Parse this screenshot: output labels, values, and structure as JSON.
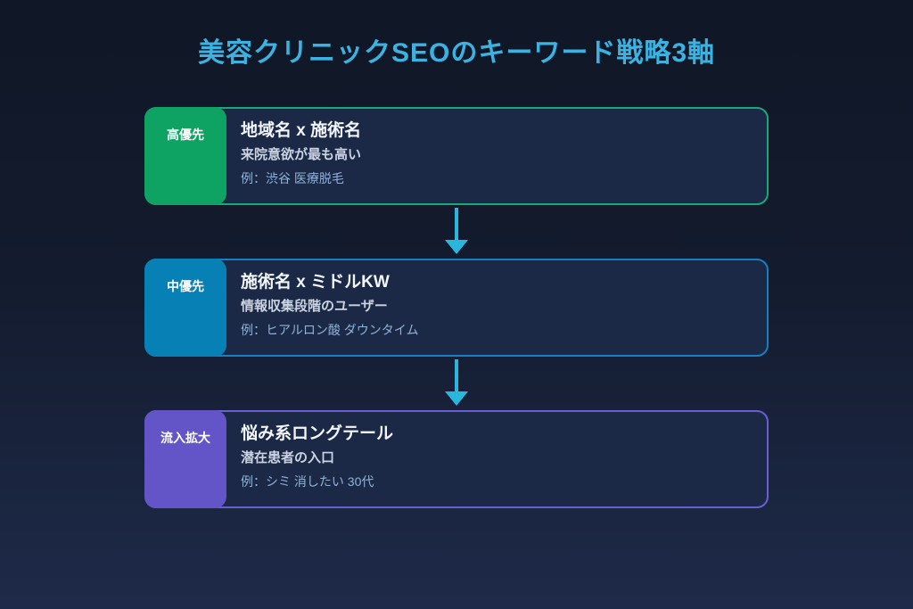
{
  "title": "美容クリニックSEOのキーワード戦略3軸",
  "colors": {
    "title": "#3bb3e2",
    "arrow": "#29b7de",
    "background_top": "#101726",
    "background_bottom": "#1e2a49",
    "card_background": "#1b2946"
  },
  "cards": [
    {
      "tag": "高優先",
      "title": "地域名 x 施術名",
      "subtitle": "来院意欲が最も高い",
      "example": "例：渋谷 医療脱毛",
      "border_color": "#1aa878",
      "tag_color": "#0ea263"
    },
    {
      "tag": "中優先",
      "title": "施術名 x ミドルKW",
      "subtitle": "情報収集段階のユーザー",
      "example": "例：ヒアルロン酸 ダウンタイム",
      "border_color": "#1a7fc0",
      "tag_color": "#0780b5"
    },
    {
      "tag": "流入拡大",
      "title": "悩み系ロングテール",
      "subtitle": "潜在患者の入口",
      "example": "例：シミ 消したい 30代",
      "border_color": "#6a5fd0",
      "tag_color": "#6355c7"
    }
  ]
}
